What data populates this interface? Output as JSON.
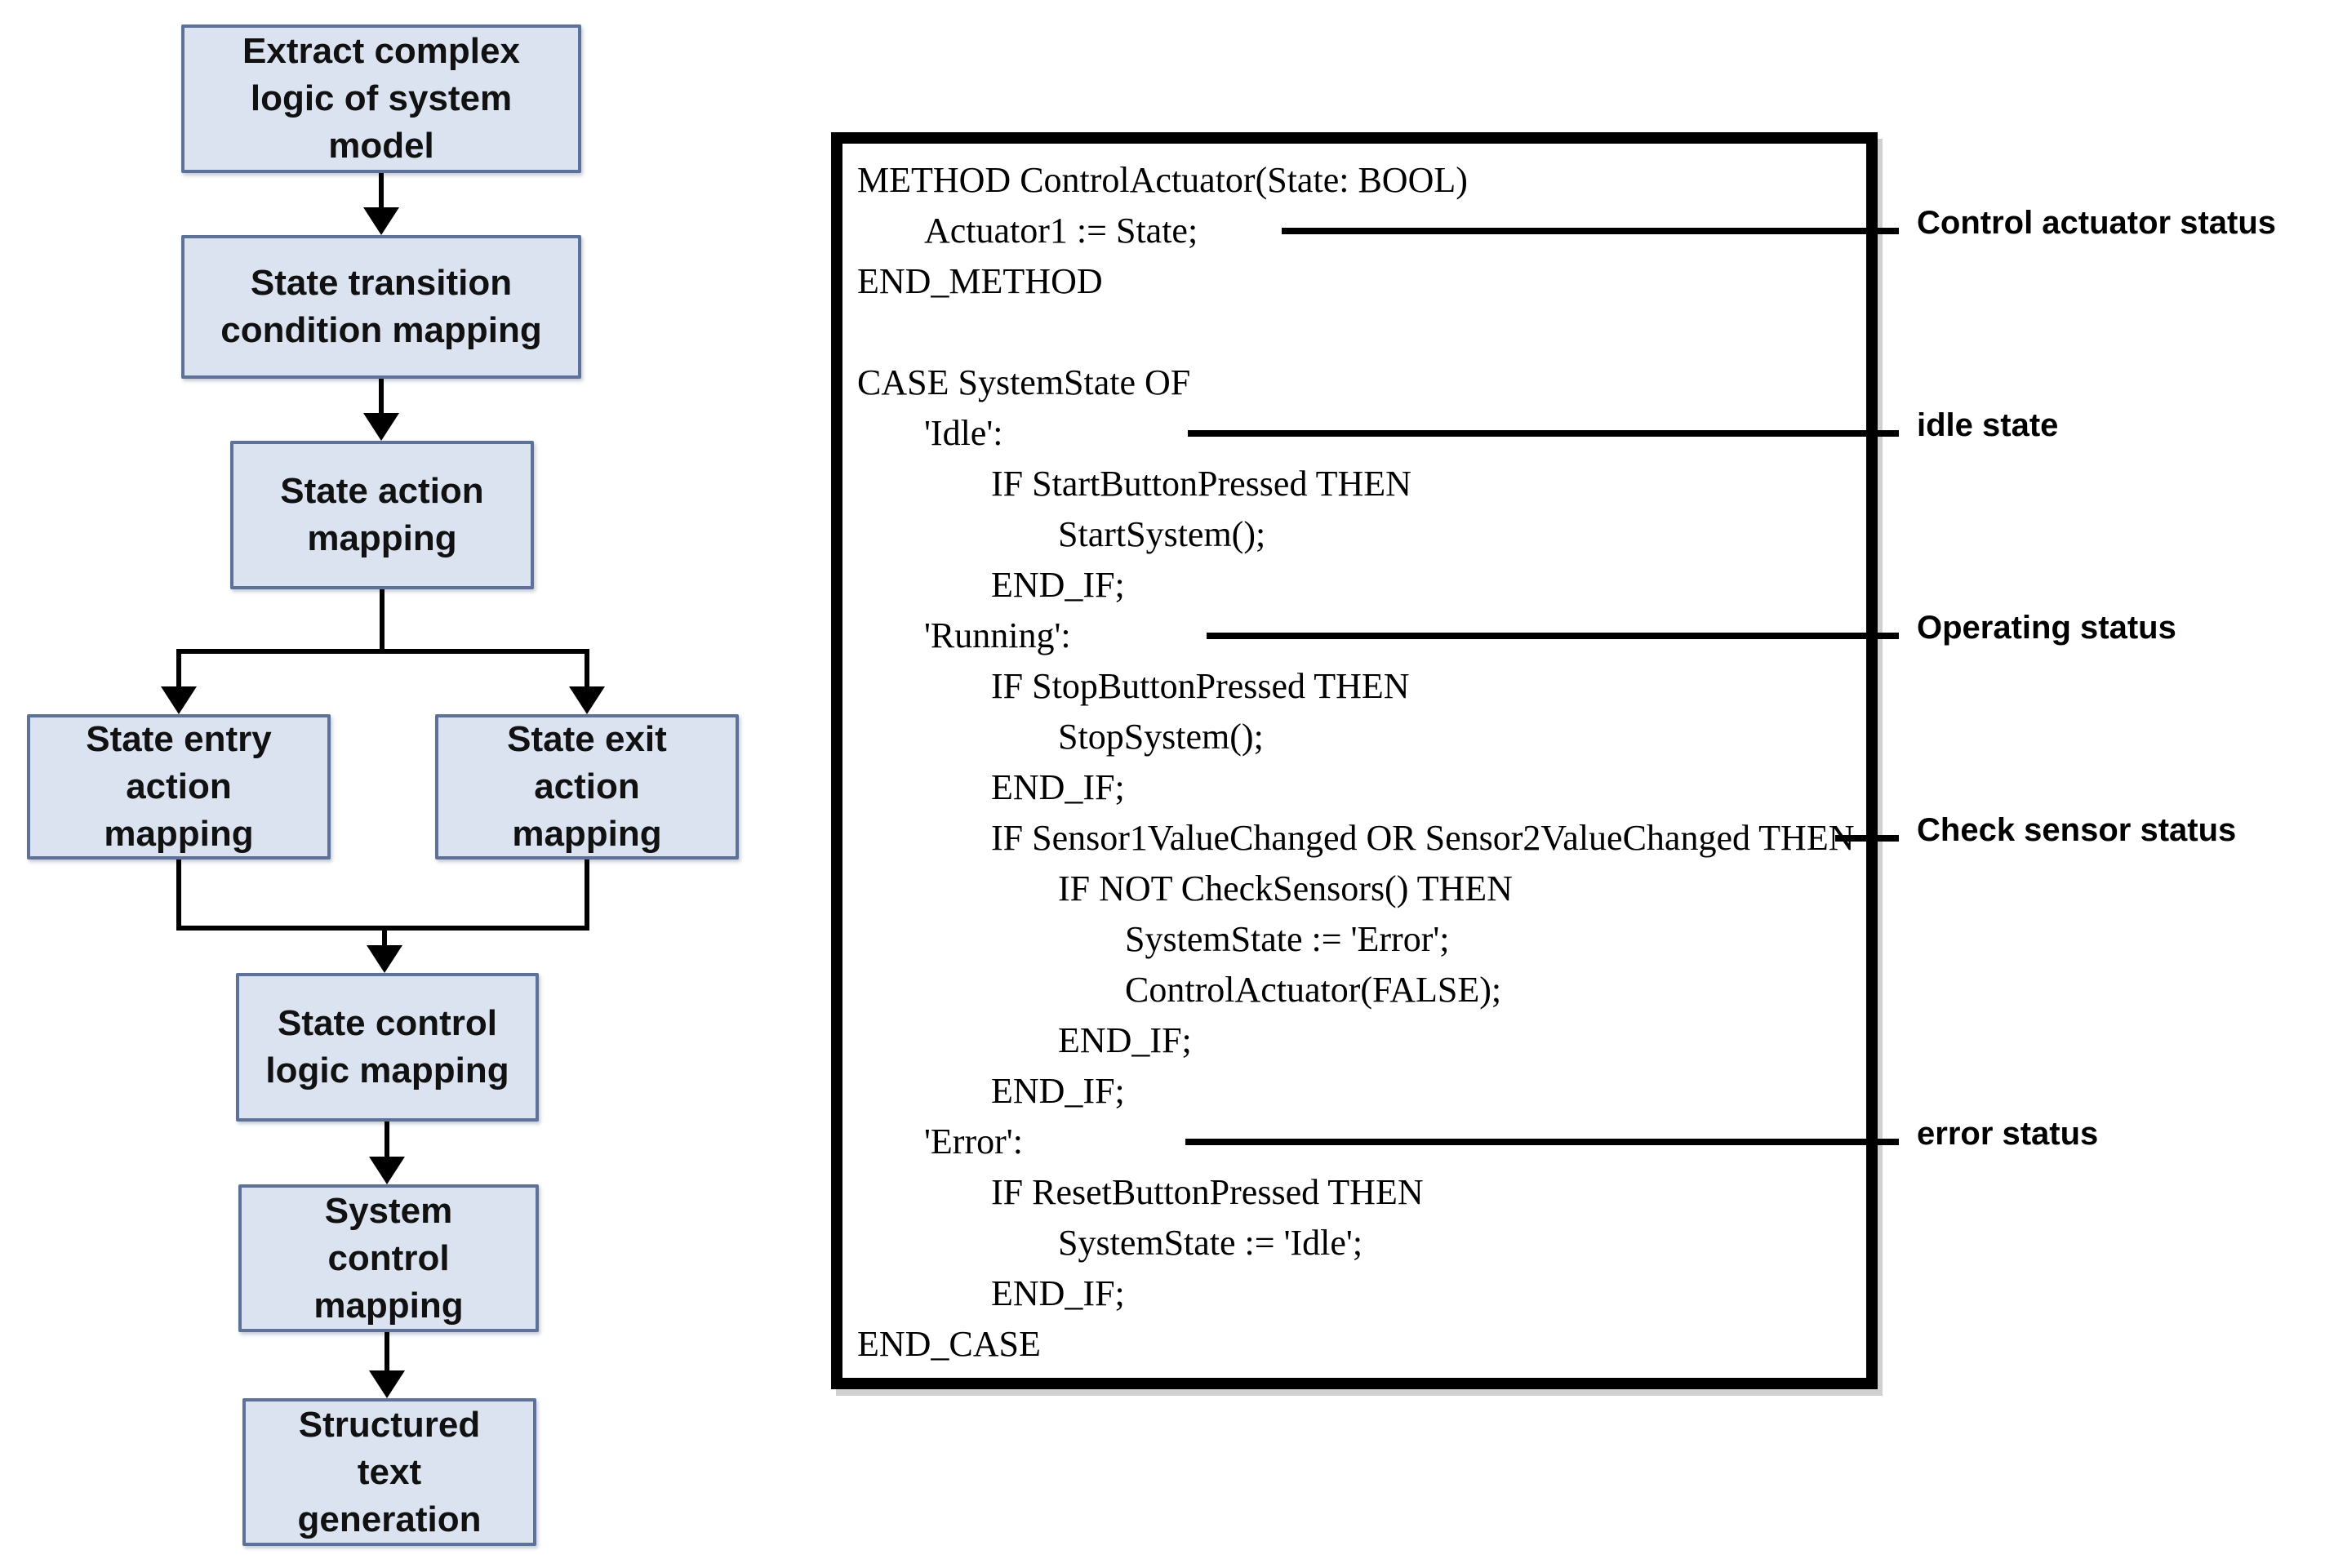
{
  "colors": {
    "node_fill": "#dbe3f1",
    "node_border": "#5d7199",
    "node_text": "#111111",
    "connector": "#000000",
    "code_border": "#000000",
    "code_text": "#000000",
    "annotation_text": "#000000",
    "page_bg": "#ffffff"
  },
  "flowchart": {
    "nodes": [
      {
        "label": "Extract complex\nlogic of system\nmodel"
      },
      {
        "label": "State transition\ncondition mapping"
      },
      {
        "label": "State action\nmapping"
      },
      {
        "label": "State entry\naction\nmapping"
      },
      {
        "label": "State exit\naction\nmapping"
      },
      {
        "label": "State control\nlogic mapping"
      },
      {
        "label": "System\ncontrol\nmapping"
      },
      {
        "label": "Structured\ntext\ngeneration"
      }
    ]
  },
  "code_panel": {
    "lines": [
      {
        "indent": 0,
        "text": "METHOD ControlActuator(State: BOOL)"
      },
      {
        "indent": 1,
        "text": "Actuator1 := State;"
      },
      {
        "indent": 0,
        "text": "END_METHOD"
      },
      {
        "indent": 0,
        "text": ""
      },
      {
        "indent": 0,
        "text": "CASE SystemState OF"
      },
      {
        "indent": 1,
        "text": "'Idle':"
      },
      {
        "indent": 2,
        "text": "IF StartButtonPressed THEN"
      },
      {
        "indent": 3,
        "text": "StartSystem();"
      },
      {
        "indent": 2,
        "text": "END_IF;"
      },
      {
        "indent": 1,
        "text": "'Running':"
      },
      {
        "indent": 2,
        "text": "IF StopButtonPressed THEN"
      },
      {
        "indent": 3,
        "text": "StopSystem();"
      },
      {
        "indent": 2,
        "text": "END_IF;"
      },
      {
        "indent": 2,
        "text": "IF Sensor1ValueChanged OR Sensor2ValueChanged THEN"
      },
      {
        "indent": 3,
        "text": "IF NOT CheckSensors() THEN"
      },
      {
        "indent": 4,
        "text": "SystemState := 'Error';"
      },
      {
        "indent": 4,
        "text": "ControlActuator(FALSE);"
      },
      {
        "indent": 3,
        "text": "END_IF;"
      },
      {
        "indent": 2,
        "text": "END_IF;"
      },
      {
        "indent": 1,
        "text": "'Error':"
      },
      {
        "indent": 2,
        "text": "IF ResetButtonPressed THEN"
      },
      {
        "indent": 3,
        "text": "SystemState := 'Idle';"
      },
      {
        "indent": 2,
        "text": "END_IF;"
      },
      {
        "indent": 0,
        "text": "END_CASE"
      }
    ]
  },
  "annotations": [
    {
      "label": "Control actuator status"
    },
    {
      "label": "idle state"
    },
    {
      "label": "Operating status"
    },
    {
      "label": "Check sensor status"
    },
    {
      "label": "error status"
    }
  ]
}
